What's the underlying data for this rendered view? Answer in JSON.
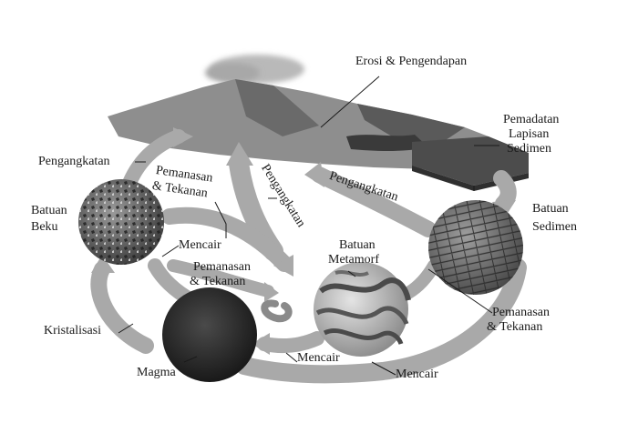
{
  "labels": {
    "erosion": "Erosi & Pengendapan",
    "uplift_left": "Pengangkatan",
    "compaction_1": "Pemadatan",
    "compaction_2": "Lapisan",
    "compaction_3": "Sedimen",
    "heat_pressure_top_1": "Pemanasan",
    "heat_pressure_top_2": "& Tekanan",
    "uplift_center": "Pengangkatan",
    "uplift_right": "Pengangkatan",
    "igneous_1": "Batuan",
    "igneous_2": "Beku",
    "melt_left": "Mencair",
    "metamorphic_1": "Batuan",
    "metamorphic_2": "Metamorf",
    "sedimentary_1": "Batuan",
    "sedimentary_2": "Sedimen",
    "heat_pressure_mid_1": "Pemanasan",
    "heat_pressure_mid_2": "& Tekanan",
    "heat_pressure_right_1": "Pemanasan",
    "heat_pressure_right_2": "& Tekanan",
    "crystallization": "Kristalisasi",
    "magma": "Magma",
    "melt_center": "Mencair",
    "melt_bottom": "Mencair"
  },
  "colors": {
    "arrow": "#a9a9a9",
    "arrow_dark": "#7d7d7d",
    "rock_dark": "#2e2e2e",
    "text": "#1a1a1a"
  }
}
